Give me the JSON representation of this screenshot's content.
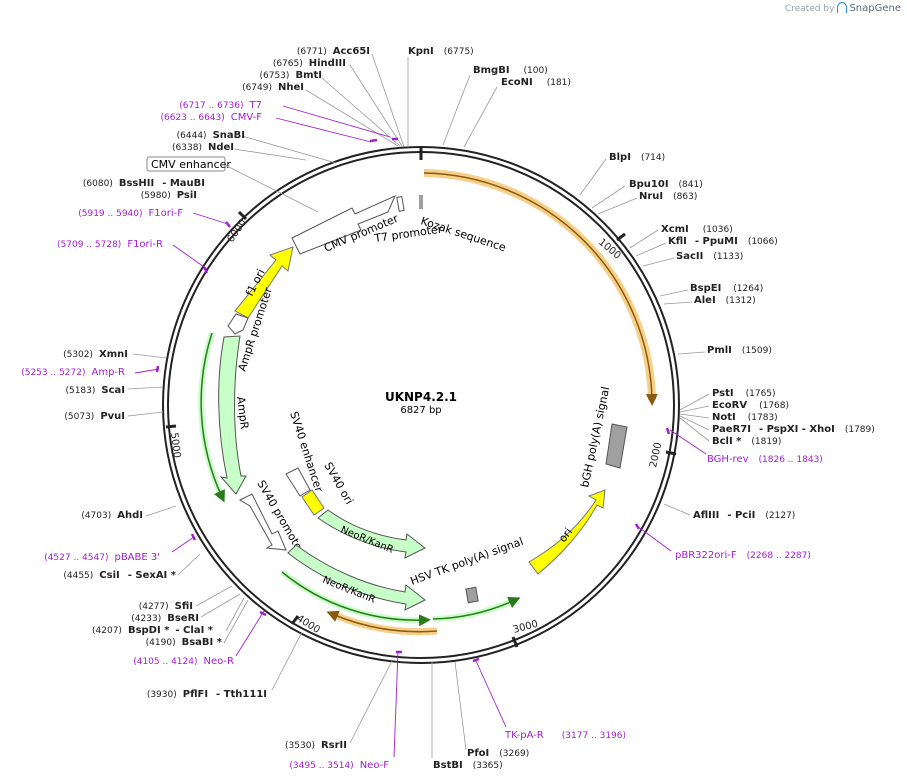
{
  "brand": {
    "created_by": "Created by",
    "product": "SnapGene"
  },
  "plasmid": {
    "name": "UKNP4.2.1",
    "length": "6827 bp"
  },
  "ticks": [
    "1000",
    "2000",
    "3000",
    "4000",
    "5000",
    "6000"
  ],
  "sites": [
    {
      "id": "kpni",
      "name": "KpnI",
      "pos": "(6775)"
    },
    {
      "id": "acc65i",
      "name": "Acc65I",
      "pos": "(6771)"
    },
    {
      "id": "hindiii",
      "name": "HindIII",
      "pos": "(6765)"
    },
    {
      "id": "bmti",
      "name": "BmtI",
      "pos": "(6753)"
    },
    {
      "id": "nhei",
      "name": "NheI",
      "pos": "(6749)"
    },
    {
      "id": "bmgbi",
      "name": "BmgBI",
      "pos": "(100)"
    },
    {
      "id": "econi",
      "name": "EcoNI",
      "pos": "(181)"
    },
    {
      "id": "snabi",
      "name": "SnaBI",
      "pos": "(6444)"
    },
    {
      "id": "ndei",
      "name": "NdeI",
      "pos": "(6338)"
    },
    {
      "id": "bssHII",
      "name": "BssHII",
      "extra": "- MauBI",
      "pos": "(6080)"
    },
    {
      "id": "psii",
      "name": "PsiI",
      "pos": "(5980)"
    },
    {
      "id": "blpi",
      "name": "BlpI",
      "pos": "(714)"
    },
    {
      "id": "bpu10i",
      "name": "Bpu10I",
      "pos": "(841)"
    },
    {
      "id": "nrui",
      "name": "NruI",
      "pos": "(863)"
    },
    {
      "id": "xcmi",
      "name": "XcmI",
      "pos": "(1036)"
    },
    {
      "id": "kfli",
      "name": "KflI",
      "extra": "- PpuMI",
      "pos": "(1066)"
    },
    {
      "id": "sacii",
      "name": "SacII",
      "pos": "(1133)"
    },
    {
      "id": "bspei",
      "name": "BspEI",
      "pos": "(1264)"
    },
    {
      "id": "alei",
      "name": "AleI",
      "pos": "(1312)"
    },
    {
      "id": "pmli",
      "name": "PmlI",
      "pos": "(1509)"
    },
    {
      "id": "psti",
      "name": "PstI",
      "pos": "(1765)"
    },
    {
      "id": "ecorv",
      "name": "EcoRV",
      "pos": "(1768)"
    },
    {
      "id": "noti",
      "name": "NotI",
      "pos": "(1783)"
    },
    {
      "id": "paer7i",
      "name": "PaeR7I",
      "extra": "- PspXI   - XhoI",
      "pos": "(1789)"
    },
    {
      "id": "bcli",
      "name": "BclI *",
      "pos": "(1819)"
    },
    {
      "id": "aflIII",
      "name": "AflIII",
      "extra": "- PciI",
      "pos": "(2127)"
    },
    {
      "id": "xmni",
      "name": "XmnI",
      "pos": "(5302)"
    },
    {
      "id": "scai",
      "name": "ScaI",
      "pos": "(5183)"
    },
    {
      "id": "pvui",
      "name": "PvuI",
      "pos": "(5073)"
    },
    {
      "id": "ahdi",
      "name": "AhdI",
      "pos": "(4703)"
    },
    {
      "id": "csii",
      "name": "CsiI",
      "extra": "- SexAI *",
      "pos": "(4455)"
    },
    {
      "id": "sfii",
      "name": "SfiI",
      "pos": "(4277)"
    },
    {
      "id": "bseri",
      "name": "BseRI",
      "pos": "(4233)"
    },
    {
      "id": "bspdi",
      "name": "BspDI *",
      "extra": "- ClaI *",
      "pos": "(4207)"
    },
    {
      "id": "bsabi",
      "name": "BsaBI *",
      "pos": "(4190)"
    },
    {
      "id": "pflfi",
      "name": "PflFI",
      "extra": "- Tth111I",
      "pos": "(3930)"
    },
    {
      "id": "rsrii",
      "name": "RsrII",
      "pos": "(3530)"
    },
    {
      "id": "pfoi",
      "name": "PfoI",
      "pos": "(3269)"
    },
    {
      "id": "bstbi",
      "name": "BstBI",
      "pos": "(3365)"
    }
  ],
  "primers": [
    {
      "id": "t7",
      "name": "T7",
      "range": "(6717 .. 6736)"
    },
    {
      "id": "cmvf",
      "name": "CMV-F",
      "range": "(6623 .. 6643)"
    },
    {
      "id": "f1orif",
      "name": "F1ori-F",
      "range": "(5919 .. 5940)"
    },
    {
      "id": "f1orir",
      "name": "F1ori-R",
      "range": "(5709 .. 5728)"
    },
    {
      "id": "ampr",
      "name": "Amp-R",
      "range": "(5253 .. 5272)"
    },
    {
      "id": "pbabe3",
      "name": "pBABE 3'",
      "range": "(4527 .. 4547)"
    },
    {
      "id": "neor",
      "name": "Neo-R",
      "range": "(4105 .. 4124)"
    },
    {
      "id": "neof",
      "name": "Neo-F",
      "range": "(3495 .. 3514)"
    },
    {
      "id": "tkpar",
      "name": "TK-pA-R",
      "range": "(3177 .. 3196)"
    },
    {
      "id": "pbr322orif",
      "name": "pBR322ori-F",
      "range": "(2268 .. 2287)"
    },
    {
      "id": "bghrev",
      "name": "BGH-rev",
      "range": "(1826 .. 1843)"
    }
  ],
  "features": {
    "cmv_enhancer": "CMV enhancer",
    "cmv_promoter": "CMV promoter",
    "t7_promoter": "T7 promoter",
    "kozak": "Kozak sequence",
    "f1_ori": "f1 ori",
    "ampr_promoter": "AmpR promoter",
    "ampr": "AmpR",
    "sv40_enhancer": "SV40 enhancer",
    "sv40_ori": "SV40 ori",
    "sv40_promoter": "SV40 promoter",
    "neokan_inner": "NeoR/KanR",
    "neokan_outer": "NeoR/KanR",
    "hsv_tk": "HSV TK poly(A) signal",
    "ori": "ori",
    "bgh": "bGH poly(A) signal"
  },
  "colors": {
    "backbone": "#222222",
    "primer": "#a020d0",
    "orf_outline": "#f0b860",
    "yellow": "#ffff00",
    "green_fill": "#c8ffc8",
    "green_dark": "#2a7a1a",
    "gray_feature": "#a0a0a0"
  }
}
